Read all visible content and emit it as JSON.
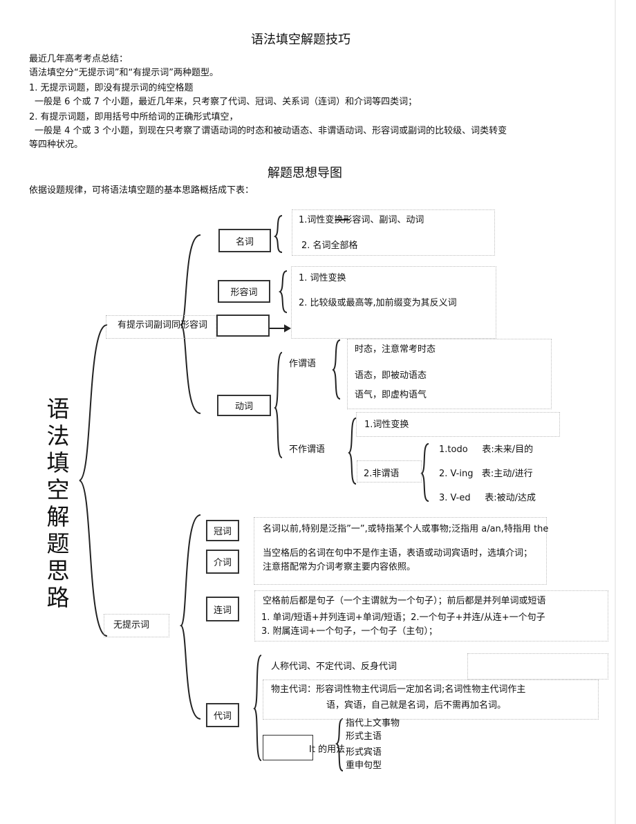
{
  "title": "语法填空解题技巧",
  "intro": [
    "最近几年高考考点总结：",
    "语法填空分“无提示词”和“有提示词”两种题型。",
    "1. 无提示词题，即没有提示词的纯空格题",
    "一般是 6 个或 7 个小题，最近几年来，只考察了代词、冠词、关系词（连词）和介词等四类词；",
    "2. 有提示词题，即用括号中所给词的正确形式填空，",
    "一般是 4 个或 3 个小题，到现在只考察了谓语动词的时态和被动语态、非谓语动词、形容词或副词的比较级、词类转变",
    "等四种状况。"
  ],
  "subtitle": "解题思想导图",
  "subintro": "依据设题规律，可将语法填空题的基本思路概括成下表：",
  "root": [
    "语",
    "法",
    "填",
    "空",
    "解",
    "题",
    "思",
    "路"
  ],
  "hint": {
    "label": "有提示词副词同形容词",
    "noun": {
      "label": "名词",
      "items": [
        "1.词性变换形容词、副词、动词",
        "2. 名词全部格"
      ]
    },
    "adj": {
      "label": "形容词",
      "items": [
        "1.  词性变换",
        "2.  比较级或最高等,加前缀变为其反义词"
      ]
    },
    "verb": {
      "label": "动词",
      "pred": {
        "label": "作谓语",
        "items": [
          "时态，注意常考时态",
          "语态，即被动语态",
          "语气，即虚构语气"
        ]
      },
      "nonpred": {
        "label": "不作谓语",
        "item1": "1.词性变换",
        "item2": "2.非谓语",
        "forms": [
          "1.todo     表:未来/目的",
          "2. V-ing   表:主动/进行",
          "3. V-ed     表:被动/达成"
        ]
      }
    }
  },
  "nohint": {
    "label": "无提示词",
    "article": {
      "label": "冠词",
      "text": "名词以前,特别是泛指”一”,或特指某个人或事物;泛指用 a/an,特指用 the"
    },
    "prep": {
      "label": "介词",
      "text": [
        "当空格后的名词在句中不是作主语，表语或动词宾语时，选填介词；",
        "注意搭配常为介词考察主要内容依照。"
      ]
    },
    "conj": {
      "label": "连词",
      "text": [
        "空格前后都是句子（一个主谓就为一个句子）；前后都是并列单词或短语",
        "1.  单词/短语+并列连词+单词/短语；2.一个句子+并连/从连+一个句子",
        "3.  附属连词+一个句子，一个句子（主句）；"
      ]
    },
    "pron": {
      "label": "代词",
      "text": [
        "人称代词、不定代词、反身代词",
        "物主代词：形容词性物主代词后一定加名词;名词性物主代词作主",
        "语，宾语，自己就是名词，后不需再加名词。"
      ],
      "it": {
        "label": "It 的用法",
        "items": [
          "指代上文事物",
          "形式主语",
          "形式宾语",
          "重申句型"
        ]
      }
    }
  }
}
